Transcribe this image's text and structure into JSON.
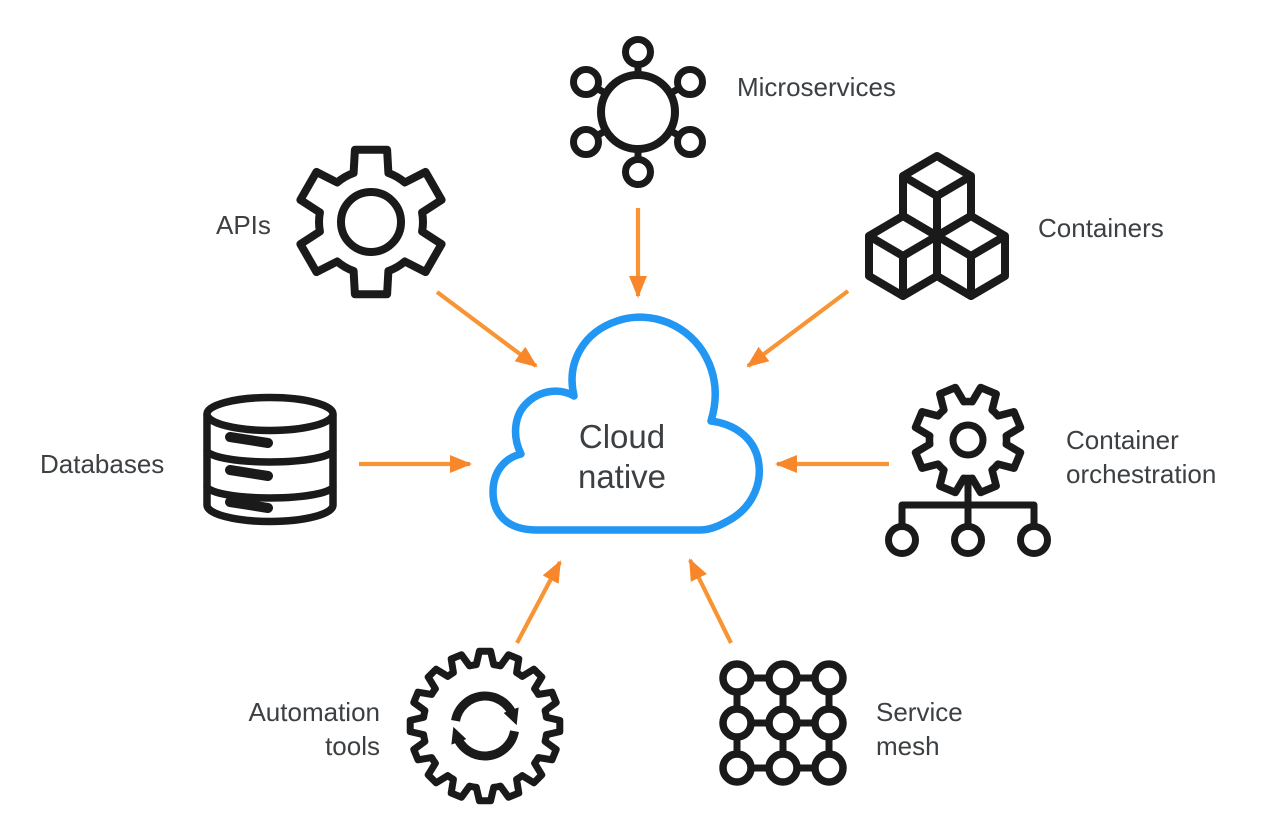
{
  "diagram": {
    "title": "Cloud native",
    "center": {
      "id": "cloud-native",
      "icon": "cloud-outline-icon",
      "lines": [
        "Cloud",
        "native"
      ]
    },
    "nodes": [
      {
        "id": "microservices",
        "icon": "hub-spoke-icon",
        "lines": [
          "Microservices"
        ]
      },
      {
        "id": "containers",
        "icon": "stacked-cubes-icon",
        "lines": [
          "Containers"
        ]
      },
      {
        "id": "apis",
        "icon": "gear-icon",
        "lines": [
          "APIs"
        ]
      },
      {
        "id": "databases",
        "icon": "database-cylinder-icon",
        "lines": [
          "Databases"
        ]
      },
      {
        "id": "container-orchestration",
        "icon": "gear-tree-icon",
        "lines": [
          "Container",
          "orchestration"
        ]
      },
      {
        "id": "service-mesh",
        "icon": "node-mesh-grid-icon",
        "lines": [
          "Service",
          "mesh"
        ]
      },
      {
        "id": "automation-tools",
        "icon": "gear-refresh-icon",
        "lines": [
          "Automation",
          "tools"
        ]
      }
    ],
    "edges": [
      {
        "from": "microservices",
        "to": "cloud-native"
      },
      {
        "from": "containers",
        "to": "cloud-native"
      },
      {
        "from": "apis",
        "to": "cloud-native"
      },
      {
        "from": "databases",
        "to": "cloud-native"
      },
      {
        "from": "container-orchestration",
        "to": "cloud-native"
      },
      {
        "from": "service-mesh",
        "to": "cloud-native"
      },
      {
        "from": "automation-tools",
        "to": "cloud-native"
      }
    ],
    "colors": {
      "background": "#ffffff",
      "cloud_stroke": "#2196f3",
      "arrow_shaft": "#f89434",
      "arrow_head": "#f8872b",
      "icon_stroke": "#1a1a1a",
      "text": "#3c4043"
    }
  }
}
